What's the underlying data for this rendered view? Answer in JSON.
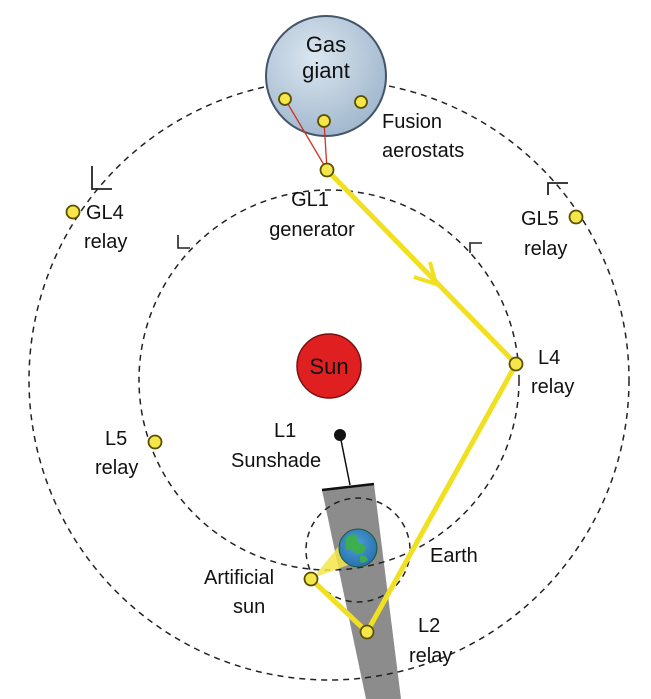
{
  "bodies": {
    "gas_giant": {
      "label_line1": "Gas",
      "label_line2": "giant",
      "fill": "#b8cde0"
    },
    "sun": {
      "label": "Sun",
      "fill": "#e02020"
    },
    "earth": {
      "fill": "#2e8b57"
    }
  },
  "labels": {
    "fusion_aerostats": [
      "Fusion",
      "aerostats"
    ],
    "gl1_generator": [
      "GL1",
      "generator"
    ],
    "gl4_relay": [
      "GL4",
      "relay"
    ],
    "gl5_relay": [
      "GL5",
      "relay"
    ],
    "l4_relay": [
      "L4",
      "relay"
    ],
    "l5_relay": [
      "L5",
      "relay"
    ],
    "l1_sunshade": [
      "L1",
      "Sunshade"
    ],
    "earth": "Earth",
    "artificial_sun": [
      "Artificial",
      "sun"
    ],
    "l2_relay": [
      "L2",
      "relay"
    ]
  },
  "colors": {
    "beam": "#f0e020",
    "node_fill": "#f5e64a",
    "node_stroke": "#5a5000",
    "tether": "#d03020",
    "orbit": "#222222",
    "shadow": "#8c8c8c"
  }
}
